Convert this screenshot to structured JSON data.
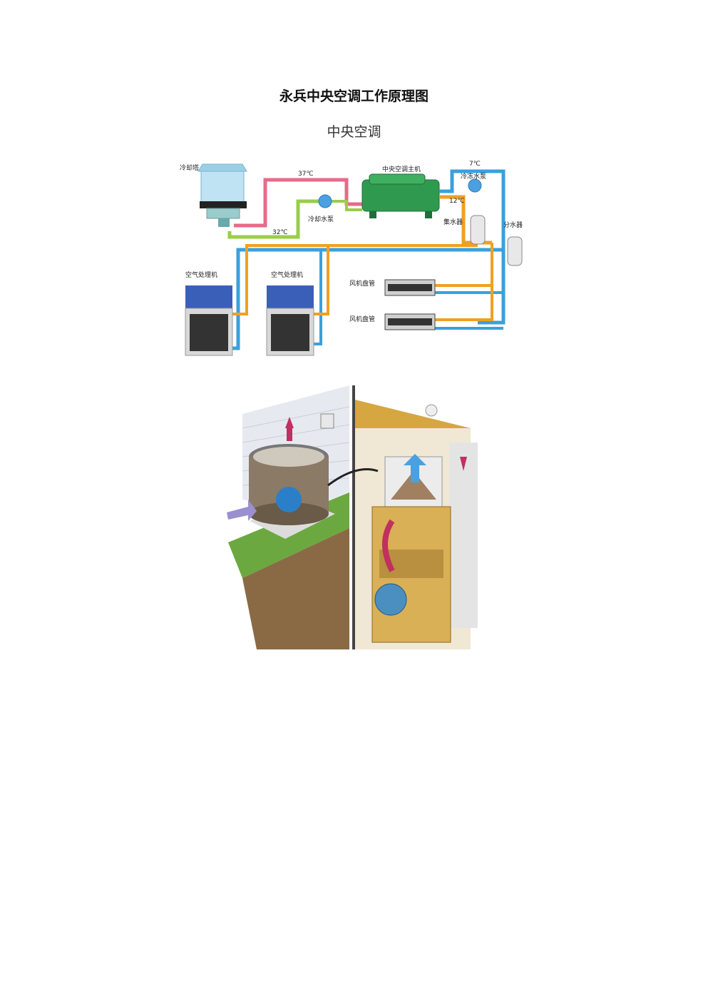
{
  "document": {
    "title": "永兵中央空调工作原理图",
    "subtitle": "中央空调"
  },
  "diagram1": {
    "labels": {
      "cooling_tower": "冷却塔",
      "temp_37": "37℃",
      "main_unit": "中央空调主机",
      "temp_7": "7℃",
      "chilled_pump": "冷冻水泵",
      "temp_12": "12℃",
      "cooling_pump": "冷却水泵",
      "temp_32": "32℃",
      "collector": "集水器",
      "distributor": "分水器",
      "ahu_1": "空气处理机",
      "ahu_2": "空气处理机",
      "fancoil_1": "风机盘管",
      "fancoil_2": "风机盘管"
    },
    "colors": {
      "hot_pipe": "#e86a8a",
      "cool_return": "#9acd4a",
      "chilled_supply": "#3aa0dc",
      "chilled_return": "#f0a020",
      "main_unit": "#2f9a4f",
      "ahu_top": "#3a5fb8"
    }
  },
  "diagram2": {
    "colors": {
      "house_wall": "#f0e8d4",
      "grass": "#6ca840",
      "soil": "#8a6a45",
      "furnace": "#d9b055",
      "hot_arrow": "#c03060",
      "cool_arrow": "#4aa0e0",
      "compressor": "#2b7fc8"
    }
  }
}
